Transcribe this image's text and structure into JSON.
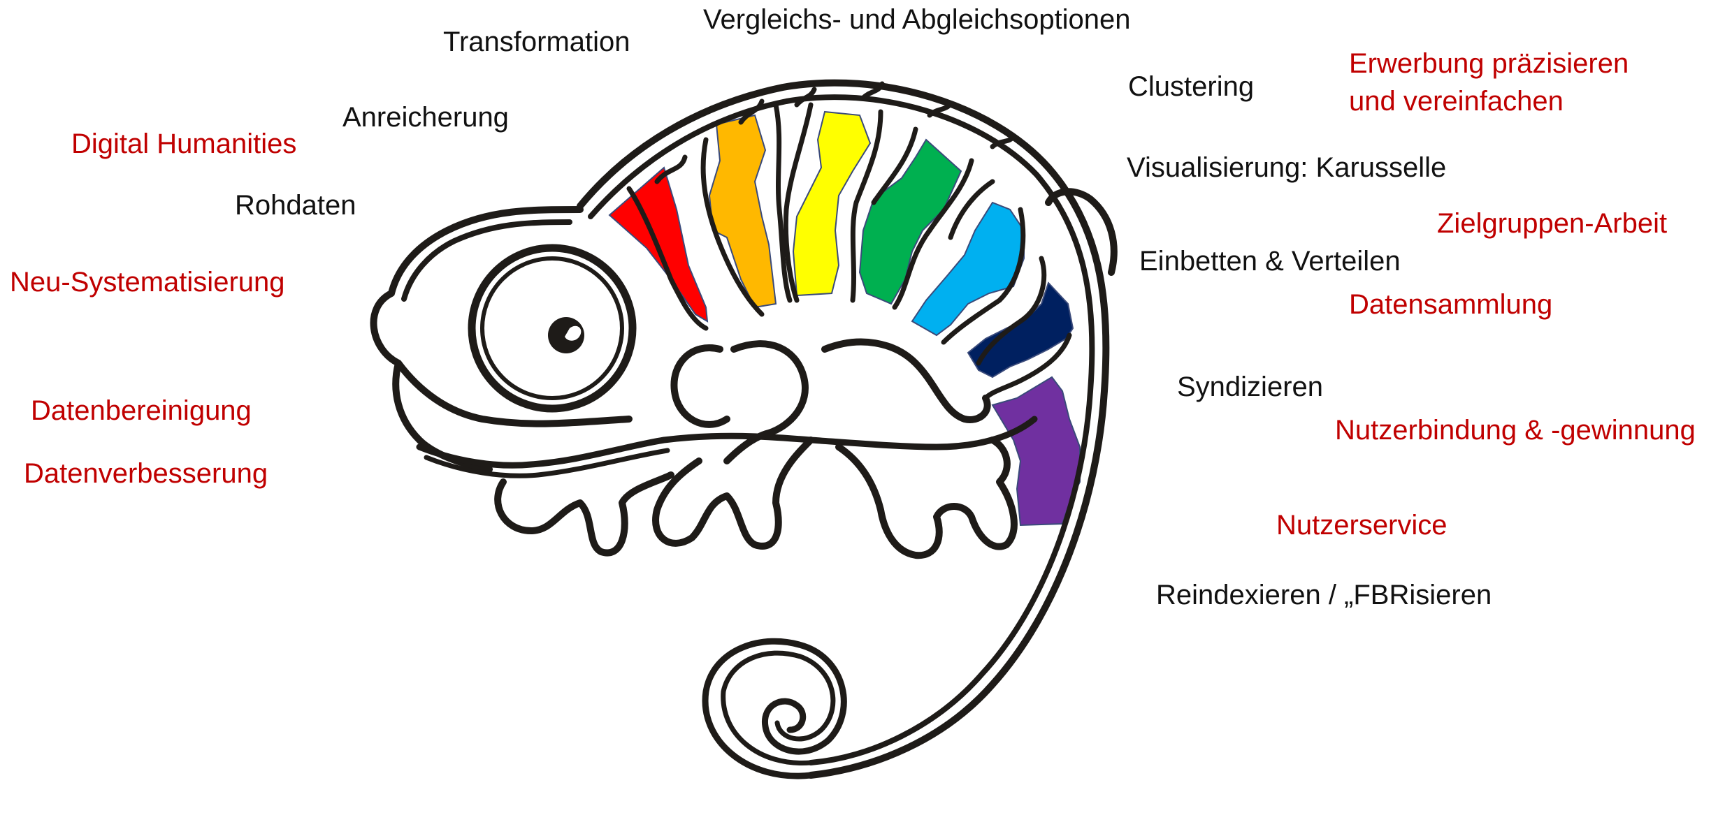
{
  "labels": {
    "vergleichs": "Vergleichs- und Abgleichsoptionen",
    "transformation": "Transformation",
    "anreicherung": "Anreicherung",
    "digital_humanities": "Digital Humanities",
    "rohdaten": "Rohdaten",
    "neu_systematisierung": "Neu-Systematisierung",
    "datenbereinigung": "Datenbereinigung",
    "datenverbesserung": "Datenverbesserung",
    "clustering": "Clustering",
    "erwerbung": "Erwerbung präzisieren\nund vereinfachen",
    "visualisierung": "Visualisierung: Karusselle",
    "zielgruppen": "Zielgruppen-Arbeit",
    "einbetten": "Einbetten & Verteilen",
    "datensammlung": "Datensammlung",
    "syndizieren": "Syndizieren",
    "nutzerbindung": "Nutzerbindung & -gewinnung",
    "nutzerservice": "Nutzerservice",
    "reindexieren": "Reindexieren / „FBRisieren"
  },
  "colors": {
    "black_text": "#111111",
    "red_text": "#c00000",
    "outline": "#1e1b18",
    "stripe_red": "#ff0000",
    "stripe_orange": "#ffb800",
    "stripe_yellow": "#ffff00",
    "stripe_green": "#00b050",
    "stripe_lightblue": "#00b0f0",
    "stripe_navy": "#002060",
    "stripe_purple": "#7030a0"
  },
  "icons": {
    "illustration": "chameleon-icon"
  }
}
